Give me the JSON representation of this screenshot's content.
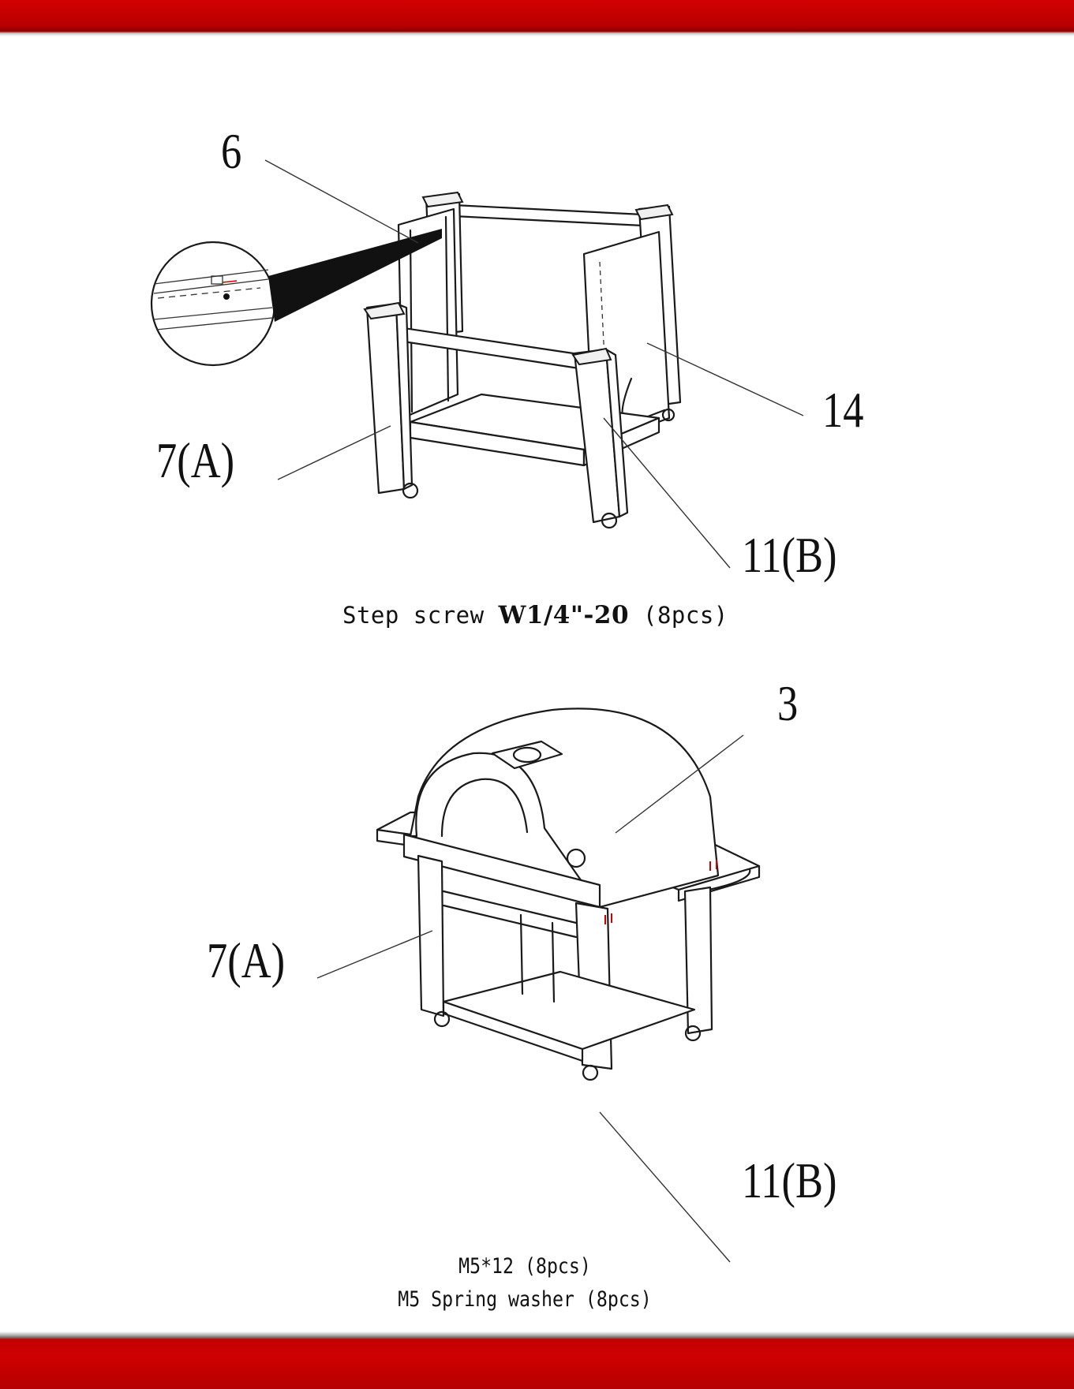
{
  "figure1": {
    "callouts": {
      "part_6": "6",
      "part_14": "14",
      "part_7a": "7(A)",
      "part_11b": "11(B)"
    },
    "caption": {
      "prefix": "Step screw",
      "bold": "W1/4\"-20",
      "suffix": "(8pcs)"
    }
  },
  "figure2": {
    "callouts": {
      "part_3": "3",
      "part_7a": "7(A)",
      "part_11b": "11(B)"
    },
    "caption": {
      "line1": "M5*12 (8pcs)",
      "line2": "M5 Spring washer (8pcs)"
    }
  },
  "colors": {
    "band_red": "#c00000",
    "line": "#1a1a1a"
  }
}
